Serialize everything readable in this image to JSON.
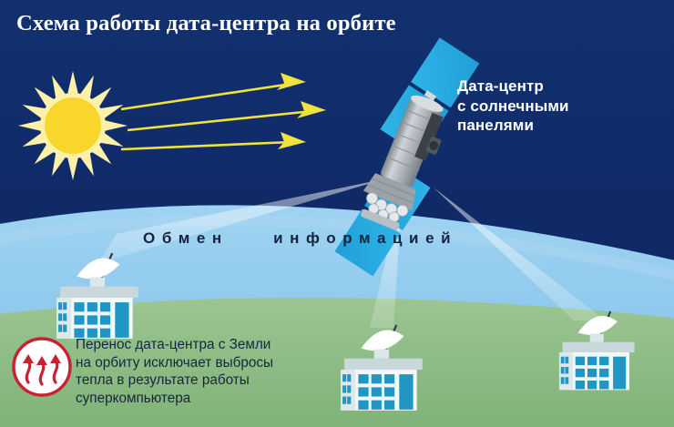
{
  "title": "Схема работы дата-центра на орбите",
  "labels": {
    "satellite": "Дата-центр\nс солнечными\nпанелями",
    "exchange": "Обмен    информацией",
    "caption": "Перенос дата-центра с Земли\nна орбиту исключает выбросы\nтепла в результате работы\nсуперкомпьютера"
  },
  "icons": {
    "sun": "sun-icon",
    "satellite": "satellite-icon",
    "heat": "heat-rising-icon",
    "dish_left": "satellite-dish-icon",
    "dish_center": "satellite-dish-icon",
    "dish_right": "satellite-dish-icon"
  },
  "colors": {
    "sky": "#102a69",
    "sky_deep": "#0d2460",
    "atmosphere": "#8ec8ec",
    "atmosphere_light": "#a9d6f0",
    "land": "#86b97f",
    "land_light": "#9cc592",
    "panel_blue": "#29abe2",
    "sun_disc": "#f8d62b",
    "sun_corona": "#fdf0a8",
    "arrow_yellow": "#f2e33c",
    "building_white": "#f4f7f7",
    "building_window": "#2196c4",
    "building_roof": "#c9d8da",
    "heat_red": "#c62232",
    "beam": "#cfe6f7",
    "satellite_body": "#b7bdc2",
    "text_dark": "#16253f",
    "text_light": "#ffffff"
  }
}
